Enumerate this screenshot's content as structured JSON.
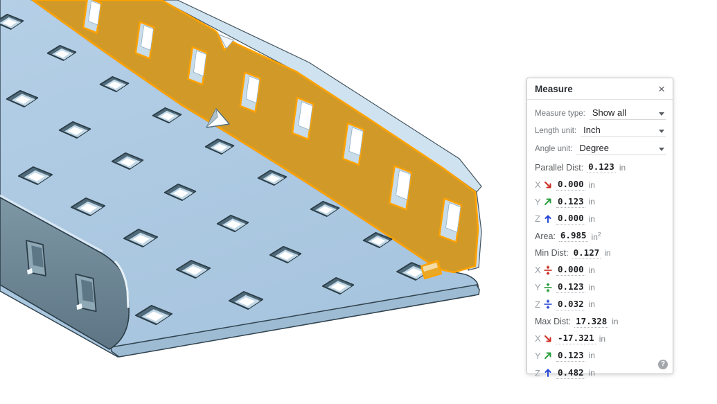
{
  "panel": {
    "title": "Measure",
    "icons": {
      "close": "×",
      "help": "?"
    },
    "dropdowns": [
      {
        "label": "Measure type:",
        "value": "Show all"
      },
      {
        "label": "Length unit:",
        "value": "Inch"
      },
      {
        "label": "Angle unit:",
        "value": "Degree"
      }
    ],
    "measurements": [
      {
        "label": "Parallel Dist:",
        "value": "0.123",
        "unit": "in"
      },
      {
        "axis": "X",
        "icon": "arrow-se",
        "value": "0.000",
        "unit": "in"
      },
      {
        "axis": "Y",
        "icon": "arrow-ne",
        "value": "0.123",
        "unit": "in"
      },
      {
        "axis": "Z",
        "icon": "arrow-up",
        "value": "0.000",
        "unit": "in"
      },
      {
        "label": "Area:",
        "value": "6.985",
        "unit": "in",
        "unit_sup": "2"
      },
      {
        "label": "Min Dist:",
        "value": "0.127",
        "unit": "in"
      },
      {
        "axis": "X",
        "icon": "min-dist",
        "value": "0.000",
        "unit": "in"
      },
      {
        "axis": "Y",
        "icon": "min-dist",
        "value": "0.123",
        "unit": "in"
      },
      {
        "axis": "Z",
        "icon": "min-dist",
        "value": "0.032",
        "unit": "in"
      },
      {
        "label": "Max Dist:",
        "value": "17.328",
        "unit": "in"
      },
      {
        "axis": "X",
        "icon": "arrow-se",
        "value": "-17.321",
        "unit": "in"
      },
      {
        "axis": "Y",
        "icon": "arrow-ne",
        "value": "0.123",
        "unit": "in"
      },
      {
        "axis": "Z",
        "icon": "arrow-up",
        "value": "0.482",
        "unit": "in"
      }
    ]
  },
  "model": {
    "description": "perforated sheet-metal tray, side flange face selected",
    "selected_face": "flange-face",
    "selected_hole_wall": "hole-side-face"
  },
  "colors": {
    "viewport_bg": "#ffffff",
    "floor": "#a8c5df",
    "floor_light": "#b4cfe6",
    "edge_dark": "#33454f",
    "wall": "#6b8494",
    "wall_dark": "#5d7584",
    "wall_light": "#7e97a5",
    "flange": "#d19a28",
    "flange_hl": "#ffa200",
    "flange_sel_wall": "#e9a826",
    "sheet_edge": "#cfe2f0",
    "front_rim": "#9dbbd3",
    "hole_dark": "#4f6a7a",
    "hole_mid": "#c2d8e7",
    "hole_white": "#ffffff",
    "slot_inner": "#c8dcea",
    "axis_x": "#cc2a20",
    "axis_y": "#2a9e3c",
    "axis_z": "#2a48d4",
    "axis_letter": "#9aa0a6"
  }
}
